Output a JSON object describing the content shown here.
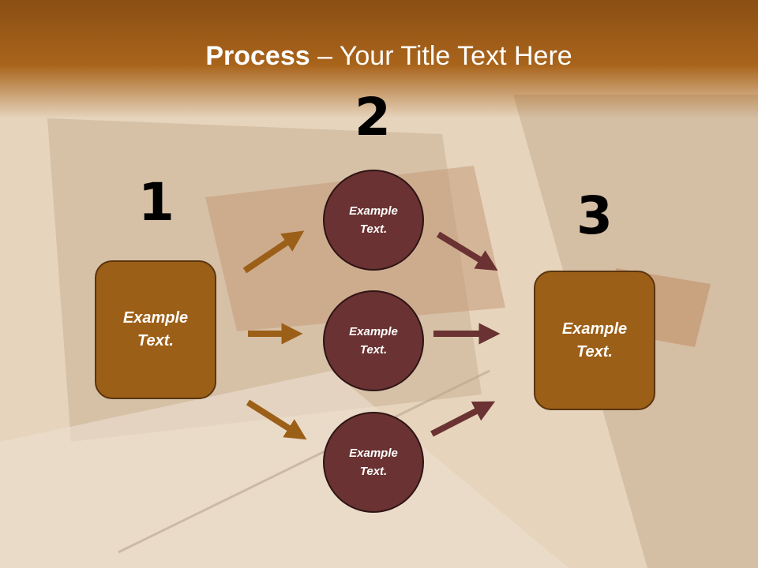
{
  "title": {
    "bold": "Process",
    "rest": " – Your Title Text Here"
  },
  "steps": [
    {
      "number": "1",
      "label": "Example\nText."
    },
    {
      "number": "2",
      "labels": [
        "Example\nText.",
        "Example\nText.",
        "Example\nText."
      ]
    },
    {
      "number": "3",
      "label": "Example\nText."
    }
  ],
  "colors": {
    "box": "#9c5f17",
    "circle": "#6a3232",
    "arrow_left": "#9c5f17",
    "arrow_right": "#6a3232"
  }
}
